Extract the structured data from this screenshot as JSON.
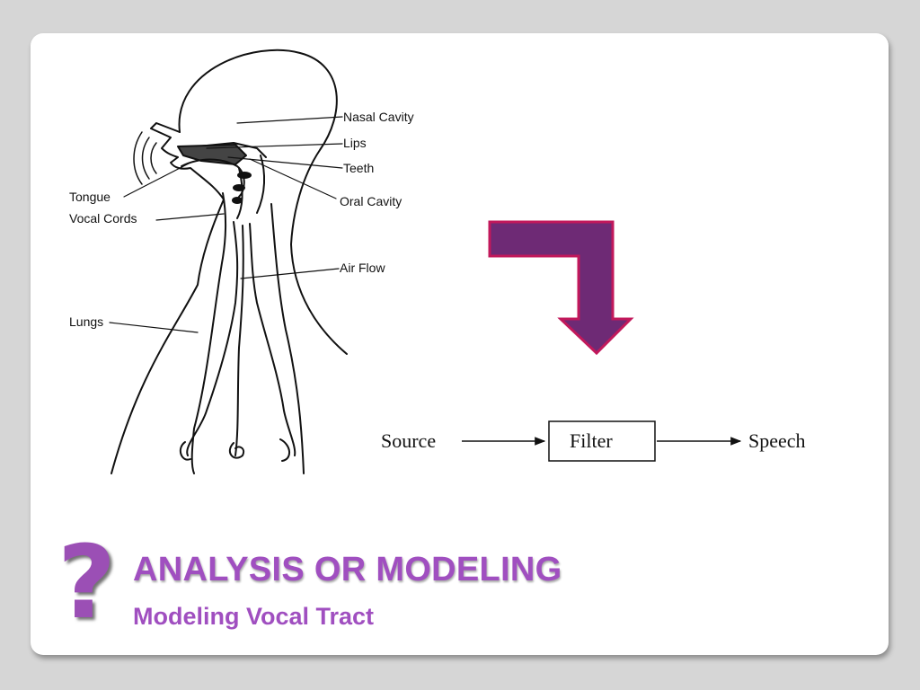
{
  "slide": {
    "title": "ANALYSIS OR MODELING",
    "subtitle": "Modeling Vocal Tract",
    "question_mark": "?"
  },
  "anatomy_labels": {
    "nasal_cavity": "Nasal Cavity",
    "lips": "Lips",
    "teeth": "Teeth",
    "oral_cavity": "Oral Cavity",
    "air_flow": "Air Flow",
    "tongue": "Tongue",
    "vocal_cords": "Vocal Cords",
    "lungs": "Lungs"
  },
  "flow_diagram": {
    "source": "Source",
    "filter": "Filter",
    "speech": "Speech"
  },
  "colors": {
    "accent": "#a04fc0",
    "arrow_fill": "#6e2a75",
    "arrow_stroke": "#c2185b"
  },
  "icons": {
    "bent_arrow": "bent-down-arrow-icon",
    "sound_waves": "sound-waves-icon"
  }
}
